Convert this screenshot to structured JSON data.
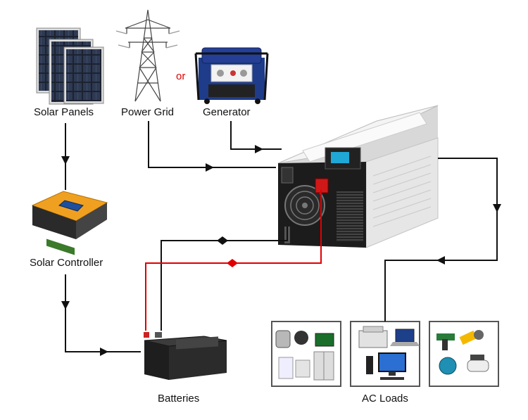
{
  "labels": {
    "solar_panels": "Solar Panels",
    "power_grid": "Power Grid",
    "or": "or",
    "generator": "Generator",
    "solar_controller": "Solar Controller",
    "batteries": "Batteries",
    "ac_loads": "AC Loads"
  },
  "colors": {
    "wire": "#111111",
    "positive_wire": "#e00000",
    "inverter_body": "#e9e9e9",
    "controller_accent": "#f0a020",
    "generator_frame": "#1e3c8a",
    "battery_body": "#2b2b2b"
  },
  "icons": {
    "solar_panels": "solar-panel-icon",
    "power_grid": "transmission-tower-icon",
    "generator": "generator-icon",
    "inverter": "inverter-icon",
    "solar_controller": "charge-controller-icon",
    "batteries": "battery-icon",
    "ac_loads": [
      "kitchen-appliances-icon",
      "office-equipment-icon",
      "power-tools-icon"
    ]
  }
}
